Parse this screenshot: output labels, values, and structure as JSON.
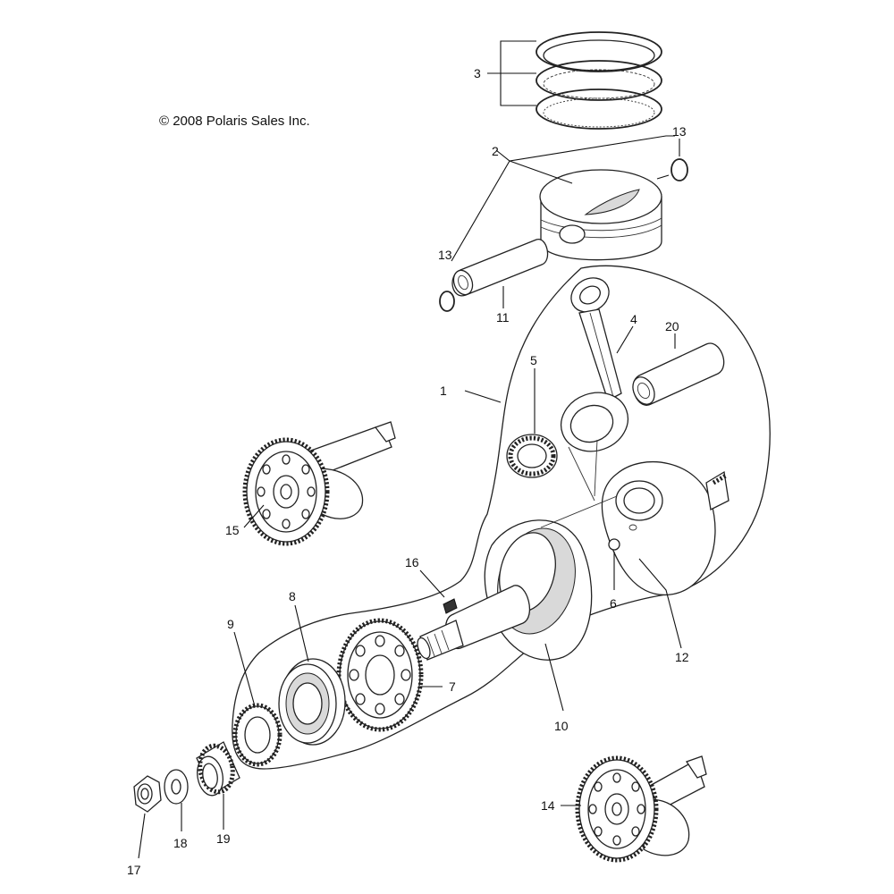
{
  "copyright": "© 2008 Polaris Sales Inc.",
  "labels": {
    "p1": "1",
    "p2": "2",
    "p3": "3",
    "p4": "4",
    "p5": "5",
    "p6": "6",
    "p7": "7",
    "p8": "8",
    "p9": "9",
    "p10": "10",
    "p11": "11",
    "p12": "12",
    "p13a": "13",
    "p13b": "13",
    "p14": "14",
    "p15": "15",
    "p16": "16",
    "p17": "17",
    "p18": "18",
    "p19": "19",
    "p20": "20"
  }
}
